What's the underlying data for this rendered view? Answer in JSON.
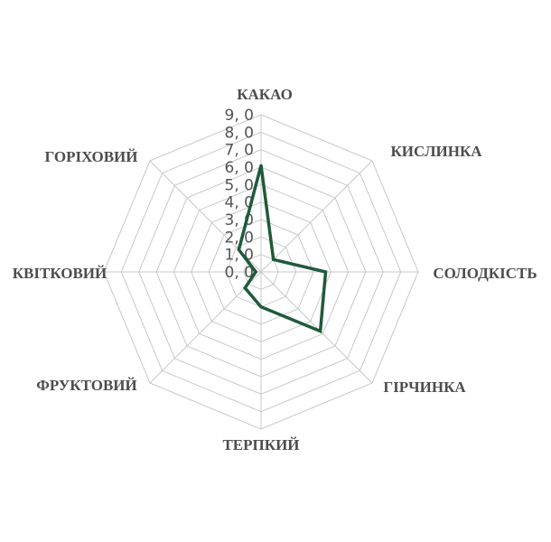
{
  "chart_data": {
    "type": "radar",
    "axes": [
      "КАКАО",
      "КИСЛИНКА",
      "СОЛОДКІСТЬ",
      "ГІРЧИНКА",
      "ТЕРПКИЙ",
      "ФРУКТОВИЙ",
      "КВІТКОВИЙ",
      "ГОРІХОВИЙ"
    ],
    "rlim": [
      0,
      9
    ],
    "ticks": [
      "0, 0",
      "1, 0",
      "2, 0",
      "3, 0",
      "4, 0",
      "5, 0",
      "6, 0",
      "7, 0",
      "8, 0",
      "9, 0"
    ],
    "grid": true,
    "series": [
      {
        "values": [
          6.1,
          1.0,
          3.7,
          4.8,
          2.0,
          1.3,
          0.3,
          1.8
        ],
        "color": "#1f5a3a"
      }
    ]
  }
}
